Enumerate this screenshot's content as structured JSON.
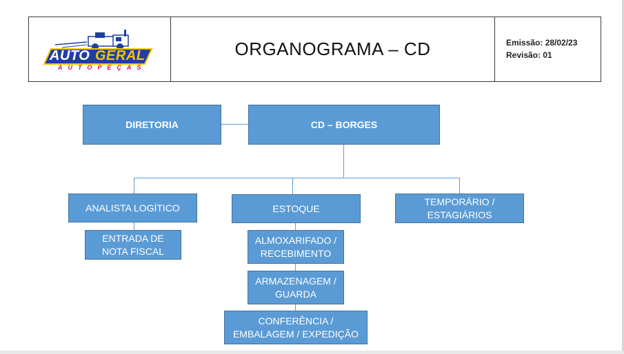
{
  "header": {
    "logo": {
      "word1": "AUTO",
      "word2": "GERAL",
      "tagline": "AUTOPEÇAS",
      "colors": {
        "blue": "#1f3fa0",
        "yellow": "#f5c400",
        "red": "#d7192a"
      }
    },
    "title": "ORGANOGRAMA – CD",
    "emission": "Emissão: 28/02/23",
    "revision": "Revisão: 01"
  },
  "org_chart": {
    "box_fill": "#5b9bd5",
    "box_border": "#41719c",
    "nodes": {
      "diretoria": "DIRETORIA",
      "cd": "CD – BORGES",
      "analista": "ANALISTA LOGÍTICO",
      "entrada": [
        "ENTRADA DE",
        "NOTA FISCAL"
      ],
      "estoque": "ESTOQUE",
      "temporario": [
        "TEMPORÁRIO /",
        "ESTAGIÁRIOS"
      ],
      "almoxarifado": [
        "ALMOXARIFADO /",
        "RECEBIMENTO"
      ],
      "armazenagem": [
        "ARMAZENAGEM /",
        "GUARDA"
      ],
      "conferencia": [
        "CONFERÊNCIA /",
        "EMBALAGEM / EXPEDIÇÃO"
      ]
    }
  }
}
